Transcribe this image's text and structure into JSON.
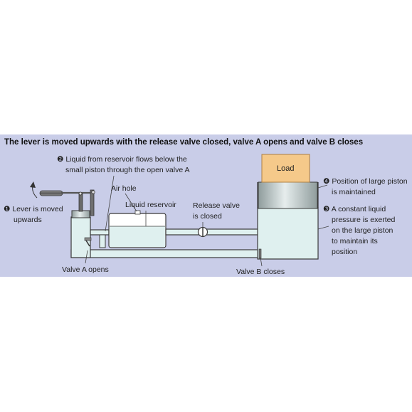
{
  "title": "The lever is moved upwards with the release valve closed, valve A opens and valve B closes",
  "labels": {
    "liquid_flow_marker": "❷",
    "liquid_flow_1": "Liquid from reservoir flows below the",
    "liquid_flow_2": "small piston through the open valve A",
    "air_hole": "Air hole",
    "liquid_reservoir": "Liquid reservoir",
    "lever_marker": "❶",
    "lever_1": "Lever is moved",
    "lever_2": "upwards",
    "release_valve_1": "Release valve",
    "release_valve_2": "is closed",
    "load": "Load",
    "position_marker": "❹",
    "position_1": "Position of large piston",
    "position_2": "is maintained",
    "pressure_marker": "❸",
    "pressure_1": "A constant liquid",
    "pressure_2": "pressure is exerted",
    "pressure_3": "on the large piston",
    "pressure_4": "to maintain its",
    "pressure_5": "position",
    "valve_a": "Valve A opens",
    "valve_b": "Valve B closes"
  },
  "colors": {
    "background_panel": "#c9cde8",
    "liquid": "#dff0ef",
    "outline": "#3a3a3a",
    "load": "#f5c98a",
    "piston": "#b9c4c4",
    "lever": "#707070"
  }
}
